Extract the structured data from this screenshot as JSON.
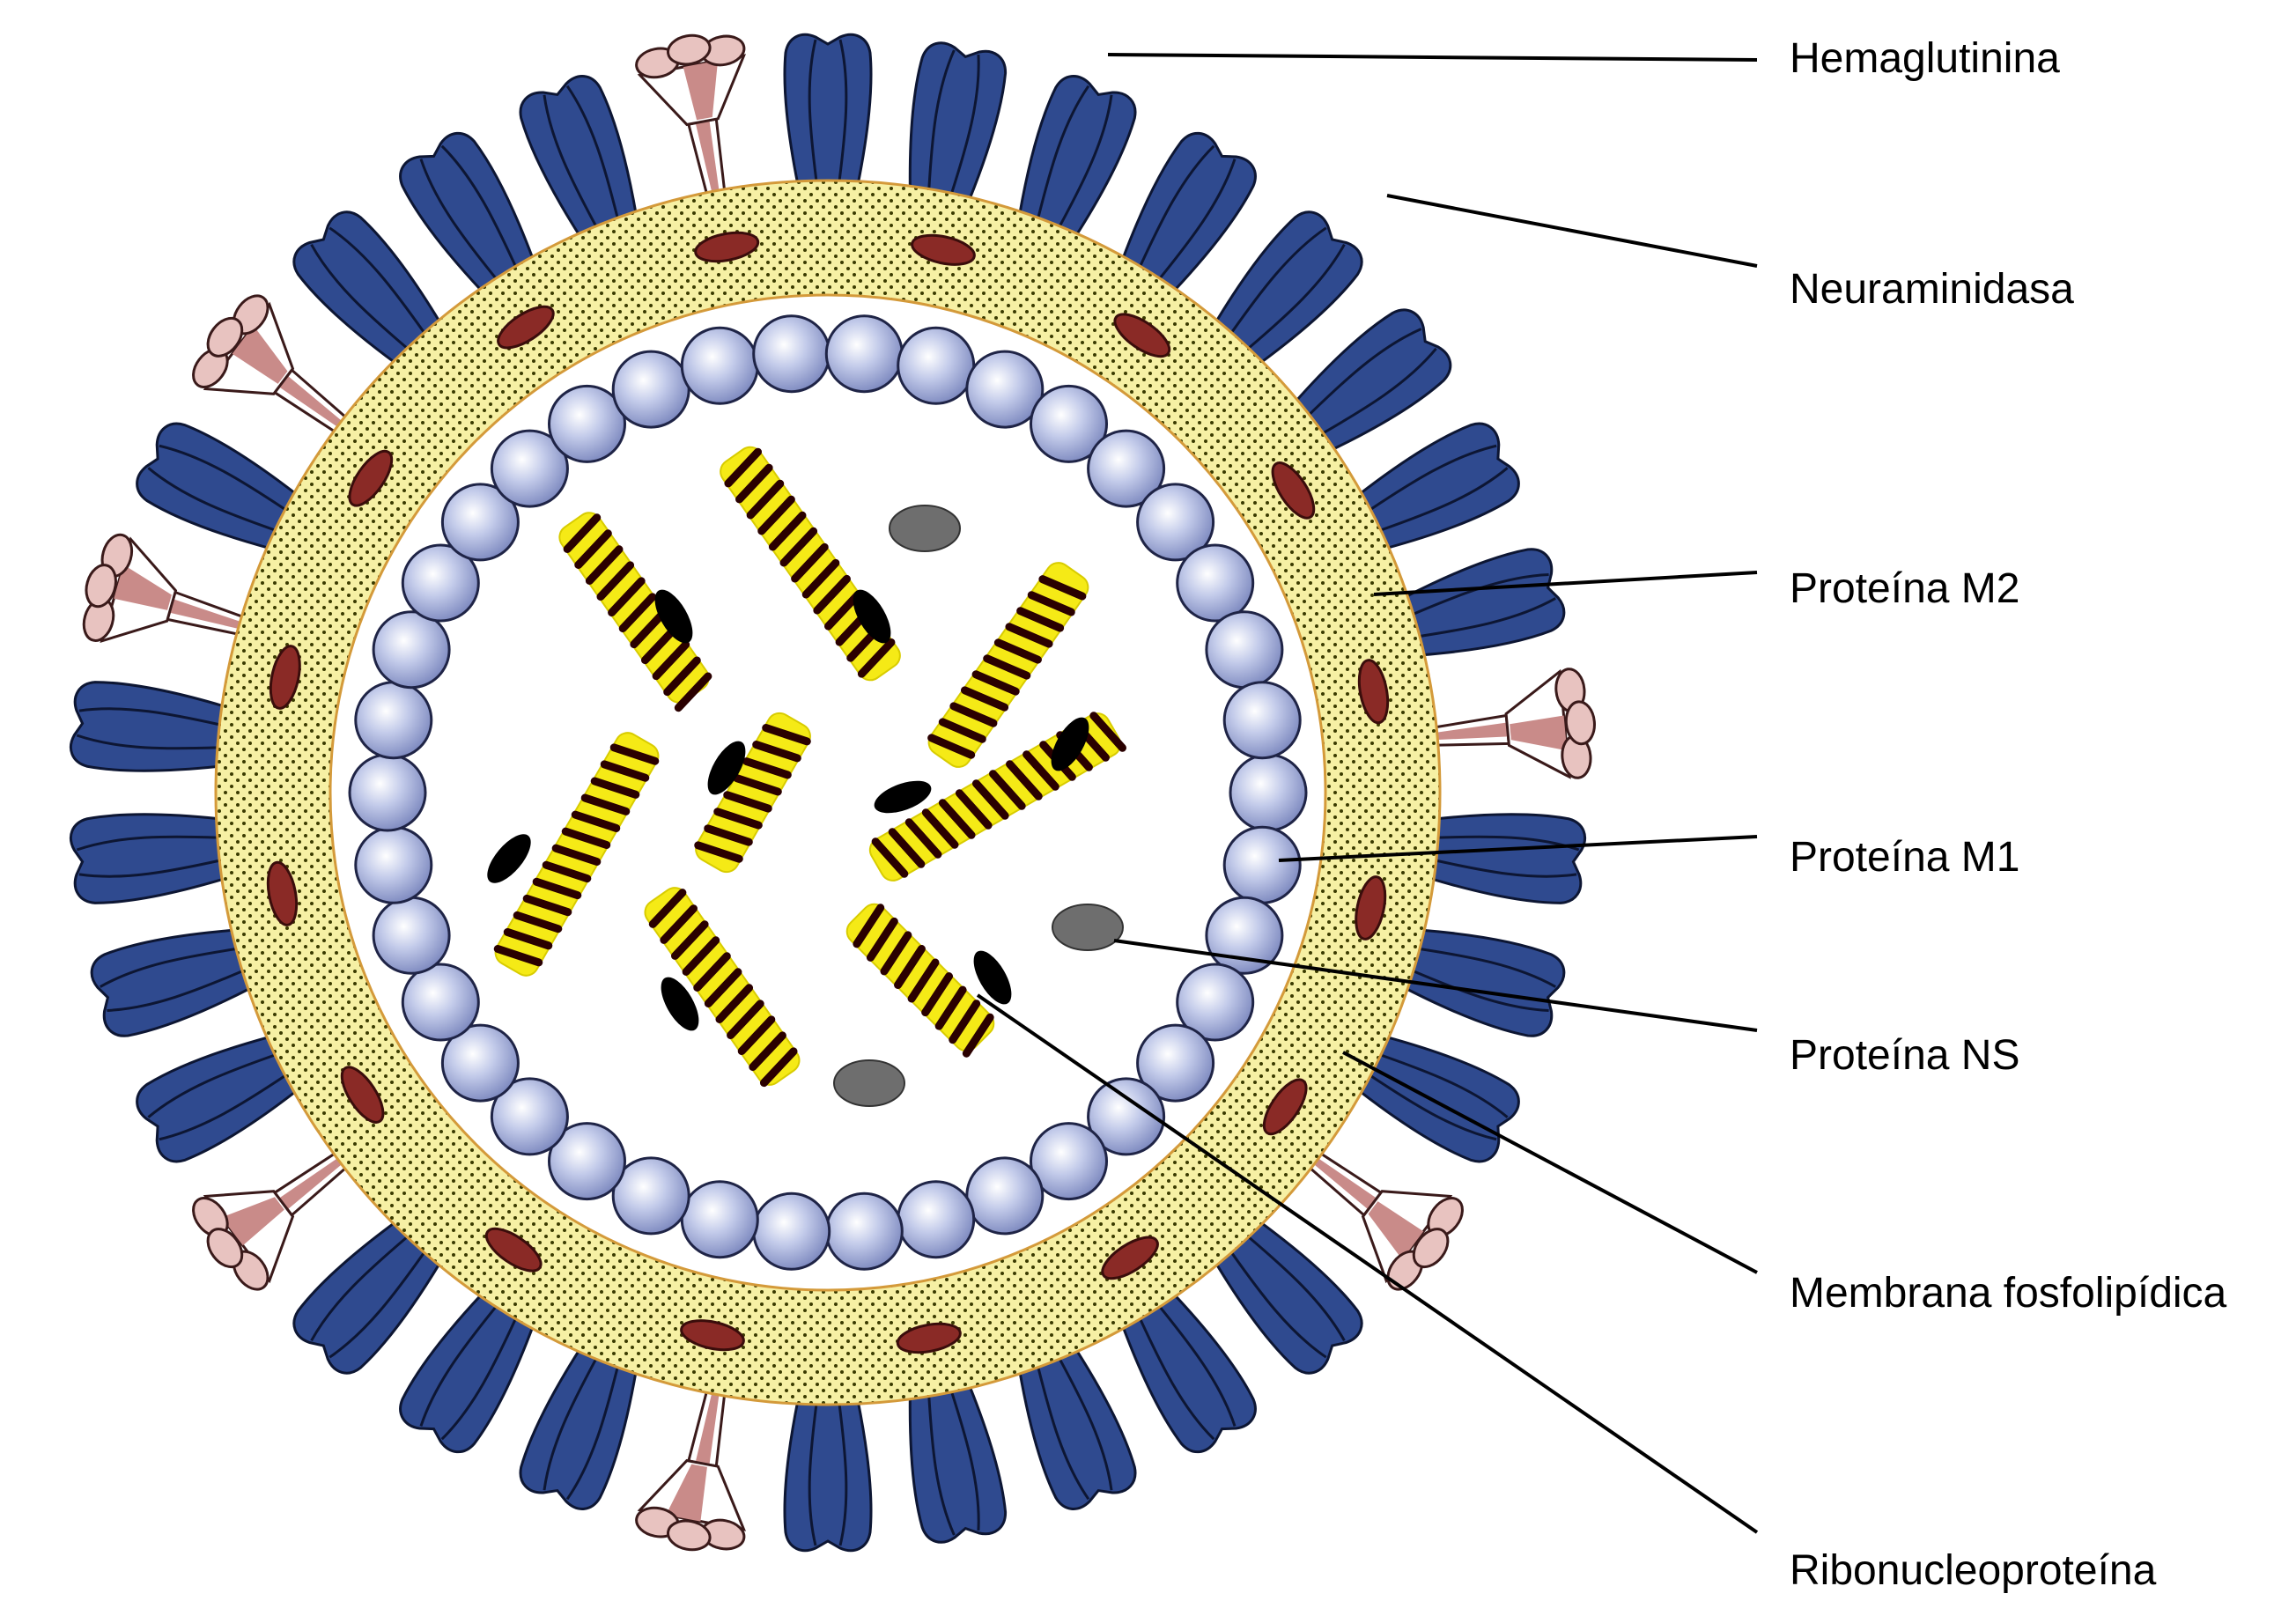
{
  "labels": {
    "hemagglutinin": "Hemaglutinina",
    "neuraminidase": "Neuraminidasa",
    "m2": "Proteína M2",
    "m1": "Proteína M1",
    "ns": "Proteína NS",
    "membrane": "Membrana fosfolipídica",
    "rnp": "Ribonucleoproteína"
  },
  "colors": {
    "hemagglutinin_fill": "#2f4a8f",
    "neuraminidase_fill": "#e8c3c0",
    "neuraminidase_shade": "#c98b89",
    "membrane_fill": "#f6f0a4",
    "membrane_edge": "#d49a3a",
    "m2_fill": "#8a2a26",
    "m1_fill": "#aab4dc",
    "rnp_fill": "#f5ea16",
    "rnp_band": "#2a0000",
    "ns_fill": "#6e6e6e",
    "polymerase_fill": "#000000"
  }
}
